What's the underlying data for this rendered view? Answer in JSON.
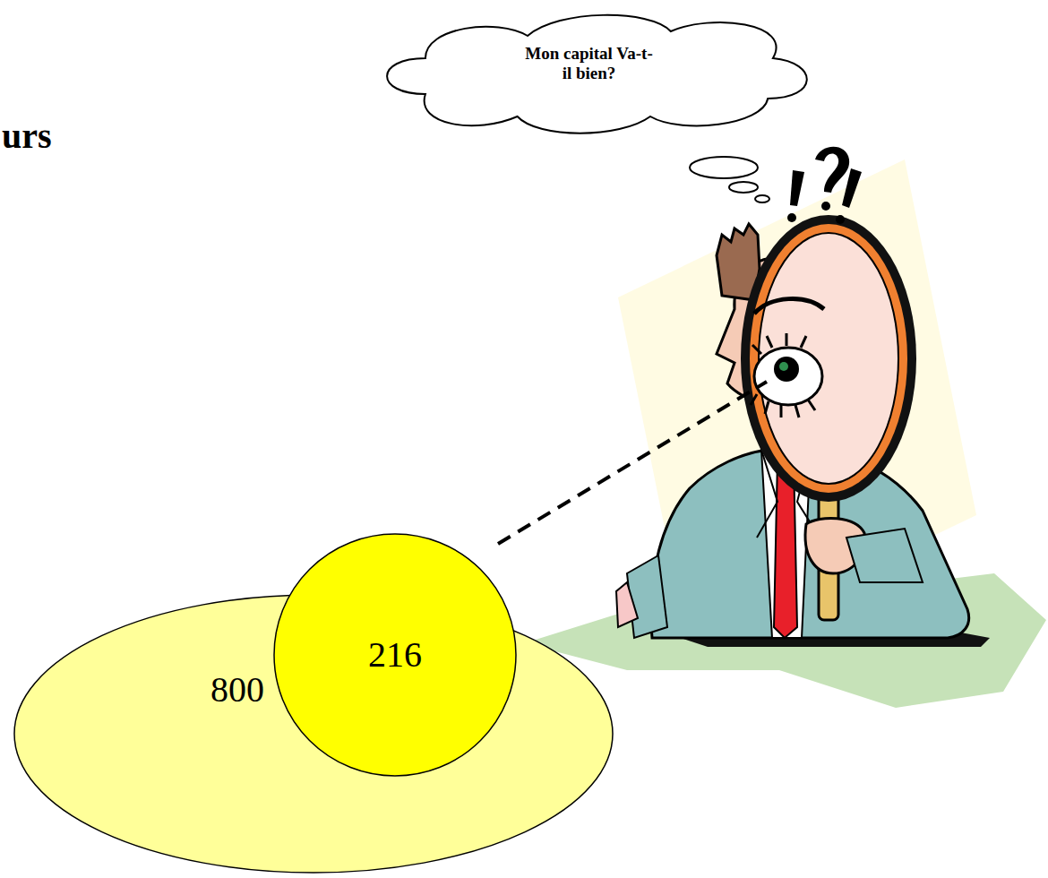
{
  "diagram": {
    "nodes": [
      {
        "text": [
          "Mon capital Va-t-il bien?"
        ]
      },
      {
        "text": [
          "800"
        ]
      },
      {
        "text": [
          "216"
        ]
      }
    ],
    "labels": [
      "urs"
    ]
  }
}
